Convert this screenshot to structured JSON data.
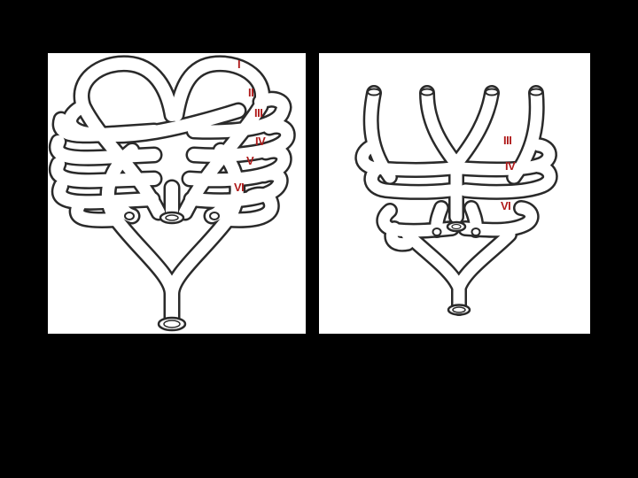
{
  "colors": {
    "background": "#000000",
    "panel": "#ffffff",
    "vessel_outline": "#2a2a2a",
    "label_text": "#b01c1c"
  },
  "left_diagram": {
    "labels": [
      "I",
      "II",
      "III",
      "IV",
      "V",
      "VI"
    ]
  },
  "right_diagram": {
    "labels": [
      "III",
      "IV",
      "VI"
    ]
  }
}
